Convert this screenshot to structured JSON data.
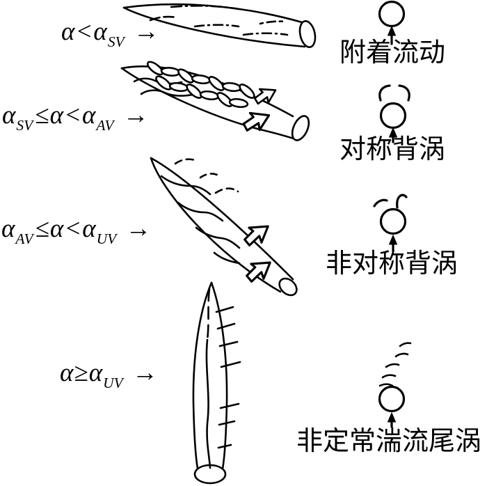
{
  "colors": {
    "ink": "#000000",
    "background": "#ffffff"
  },
  "rows": [
    {
      "condition": {
        "p1": "α<α",
        "s1": "SV",
        "p2": " →",
        "s2": "",
        "p3": ""
      },
      "regime": "附着流动",
      "body_sketch": "slender-body-low-incidence-attached-streamlines",
      "section_icon": "circle-with-upward-arrow"
    },
    {
      "condition": {
        "p1": "α",
        "s1": "SV",
        "p2": "≤α<α",
        "s2": "AV",
        "p3": " →"
      },
      "regime": "对称背涡",
      "body_sketch": "slender-body-symmetric-braided-leeside-vortices",
      "section_icon": "circle-with-two-symmetric-vortex-curls-and-upward-arrow"
    },
    {
      "condition": {
        "p1": "α",
        "s1": "AV",
        "p2": "≤α<α",
        "s2": "UV",
        "p3": " →"
      },
      "regime": "非对称背涡",
      "body_sketch": "slender-body-asymmetric-leeside-vortices",
      "section_icon": "circle-with-asymmetric-vortex-curls-and-upward-arrow"
    },
    {
      "condition": {
        "p1": "α≥α",
        "s1": "UV",
        "p2": " →",
        "s2": "",
        "p3": ""
      },
      "regime": "非定常湍流尾涡",
      "body_sketch": "slender-body-near-vertical-turbulent-wake",
      "section_icon": "circle-with-scattered-wake-dashes-and-upward-arrow"
    }
  ]
}
